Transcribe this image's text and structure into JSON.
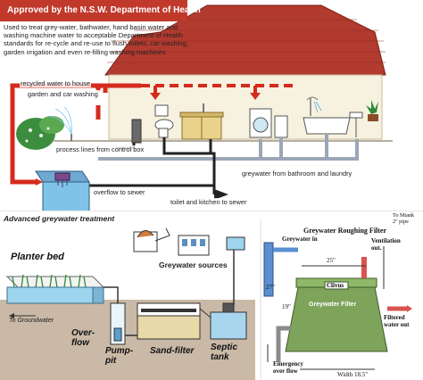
{
  "header": {
    "banner": "Approved by the N.S.W. Department of Health",
    "description": "Used to treat grey-water, bathwater, hand basin water and washing machine water to acceptable Department of Health standards for re-cycle and re-use to flush toilets, car washing, garden irrigation and even re-filling washing machines"
  },
  "house_diagram": {
    "recycled_label": "recycled water to house",
    "garden_label": "garden and car washing",
    "process_label": "process lines from control box",
    "greywater_label": "greywater from bathroom and laundry",
    "overflow_label": "overflow to sewer",
    "toilet_label": "toilet and kitchen to sewer"
  },
  "advanced": {
    "title": "Advanced greywater treatment",
    "planter_bed": "Planter bed",
    "sources": "Greywater sources",
    "to_groundwater": "To Groundwater",
    "overflow": "Over-\nflow",
    "pump_pit": "Pump-\npit",
    "sand_filter": "Sand-filter",
    "septic_tank": "Septic\ntank"
  },
  "filter_detail": {
    "title": "Greywater Roughing Filter",
    "to_mtank": "To Mtank\n2\" pipe",
    "greywater_in": "Greywater in",
    "ventilation": "Ventilation\nout.",
    "dim_25": "25\"",
    "dim_27": "27\"",
    "dim_19": "19\"",
    "brand": "Clivus",
    "filter_name": "Greywater Filter",
    "filtered_out": "Filtered\nwater out",
    "emergency": "Emergency\nover flow",
    "width": "Width 18.5\""
  },
  "colors": {
    "roof": "#b23a2e",
    "pipe_recycled": "#d42b1e",
    "pipe_grey": "#9aa7b8",
    "pipe_dark": "#222222",
    "tank": "#7fc3e8",
    "filter_tank": "#7ea35a"
  }
}
